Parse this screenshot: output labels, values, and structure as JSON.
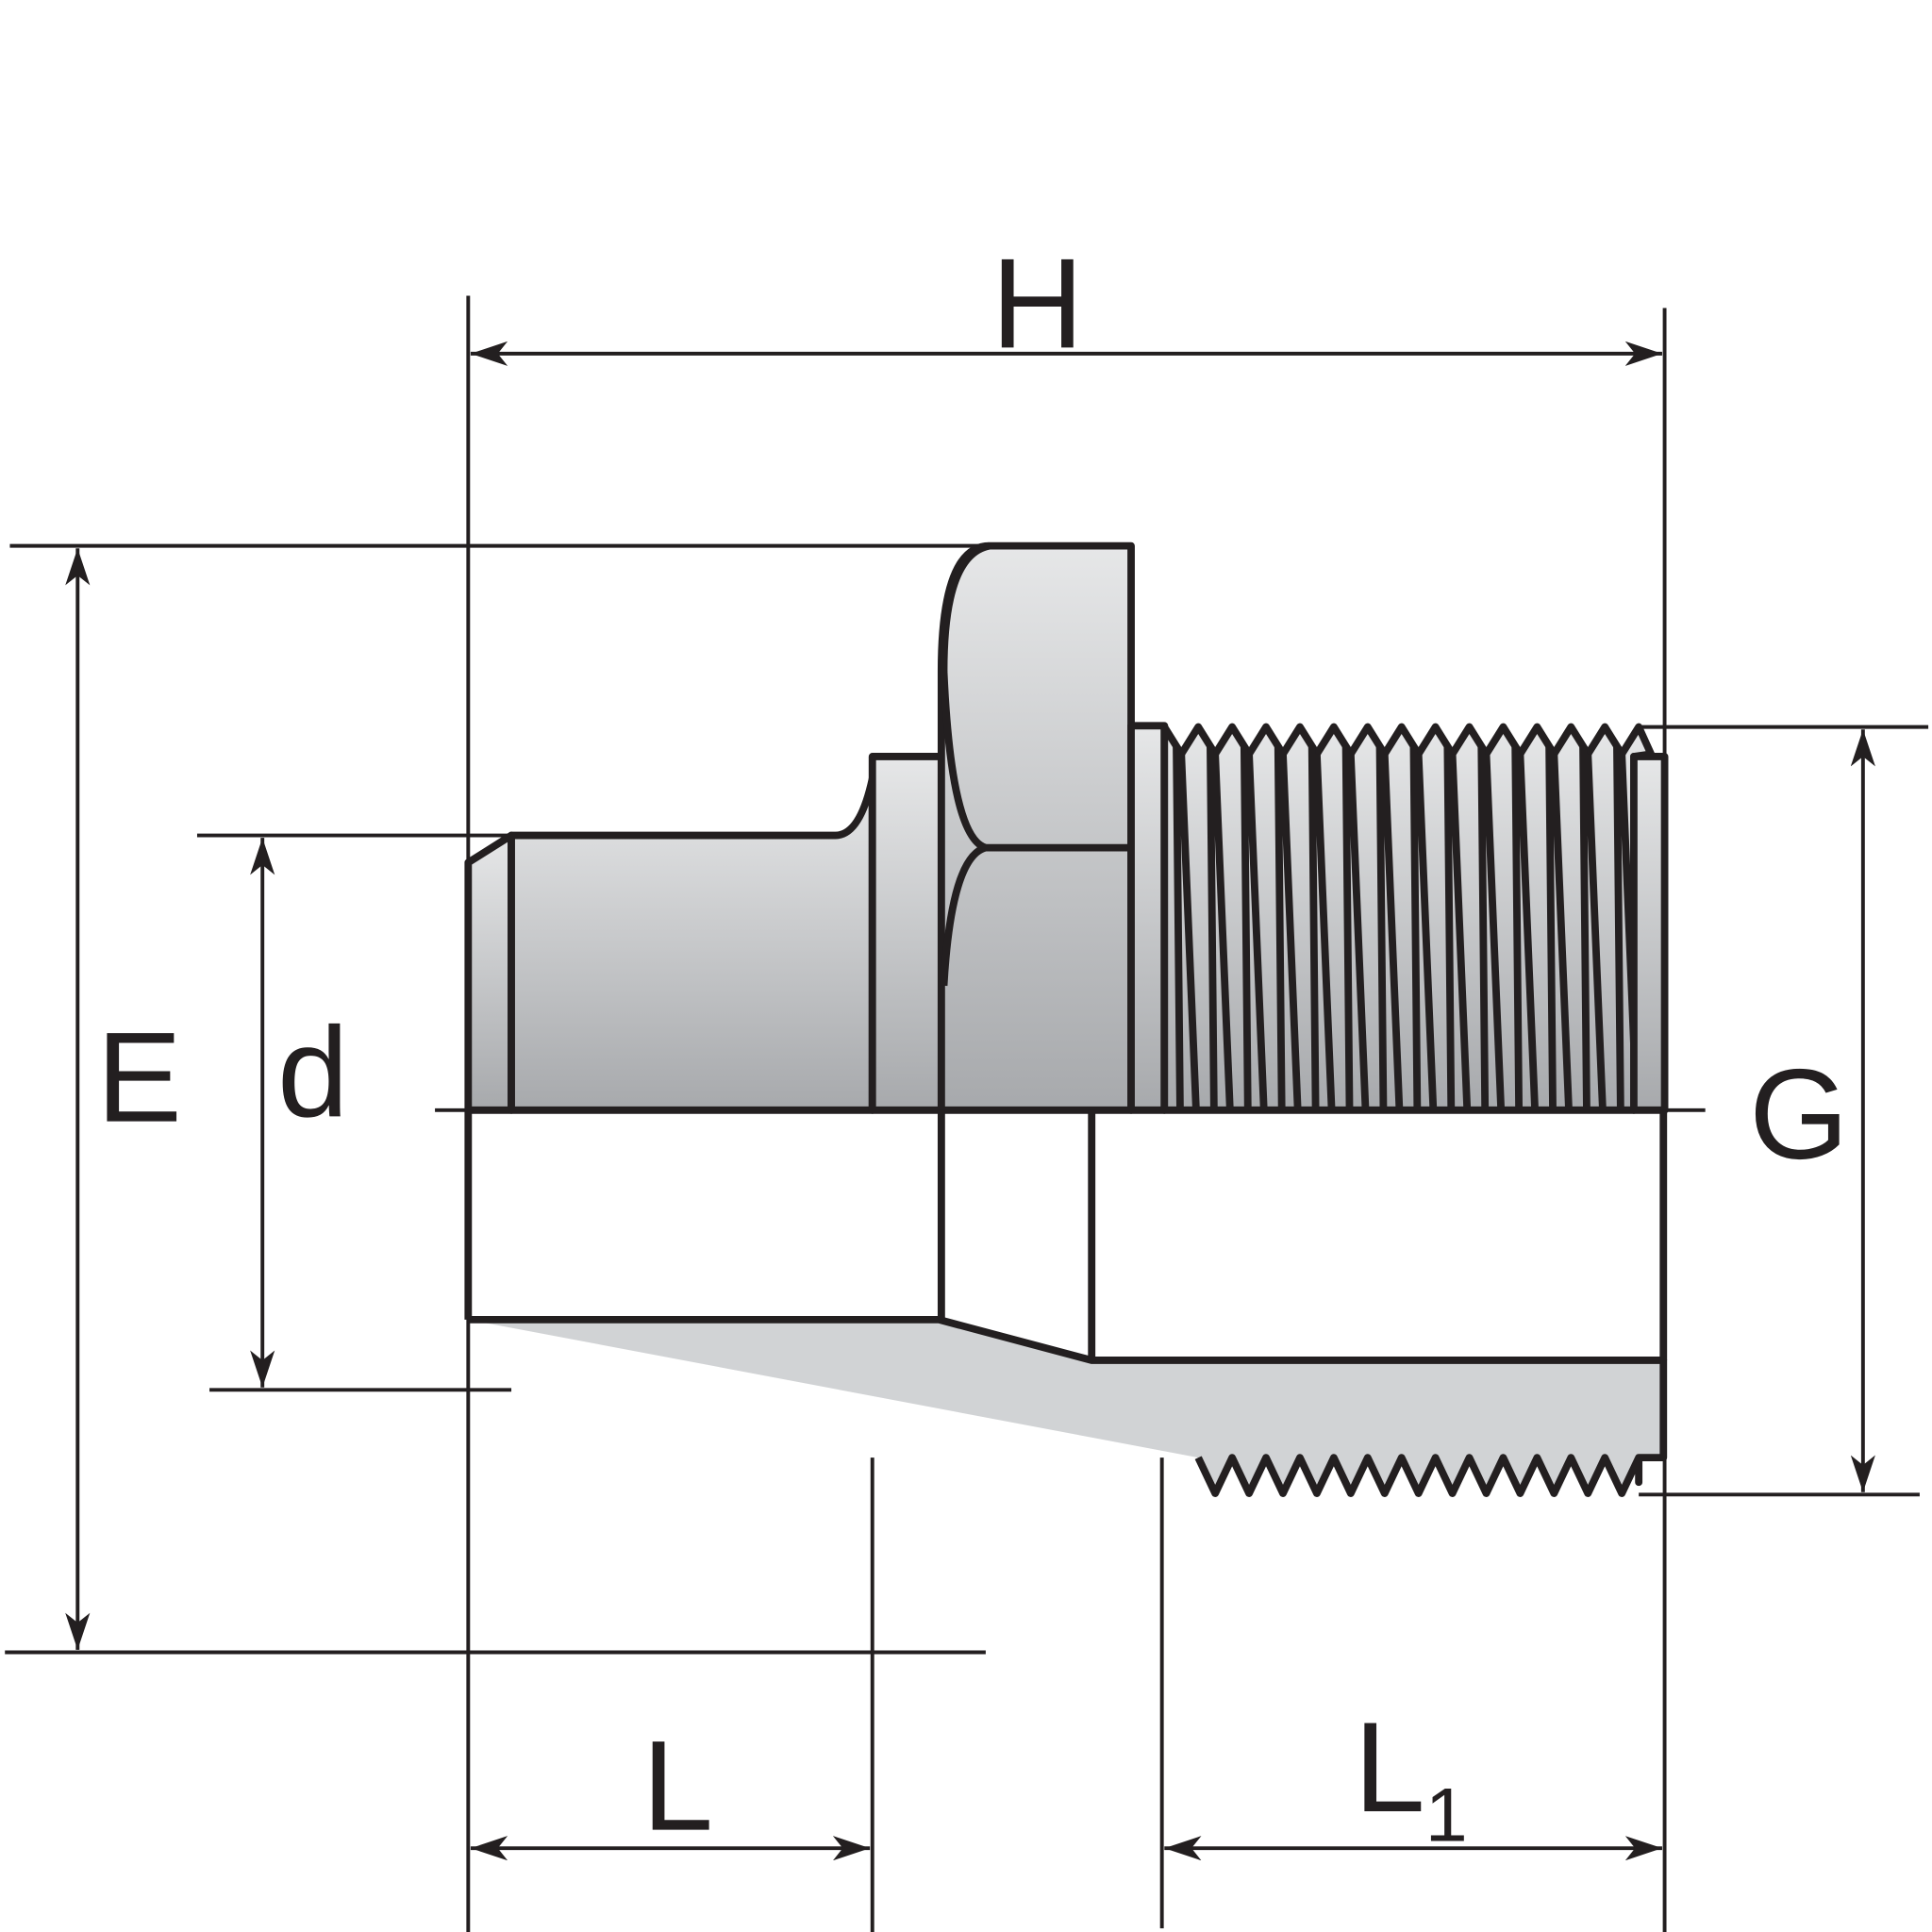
{
  "diagram": {
    "labels": {
      "overall_length": "H",
      "flange_diameter": "E",
      "spigot_diameter": "d",
      "thread_size": "G",
      "spigot_length": "L",
      "thread_length_main": "L",
      "thread_length_sub": "1"
    },
    "colors": {
      "line": "#231f20",
      "section_fill": "#d1d3d5",
      "surface_light": "#e6e7e8",
      "surface_dark": "#a7a9ac"
    },
    "thread_count": 14
  }
}
